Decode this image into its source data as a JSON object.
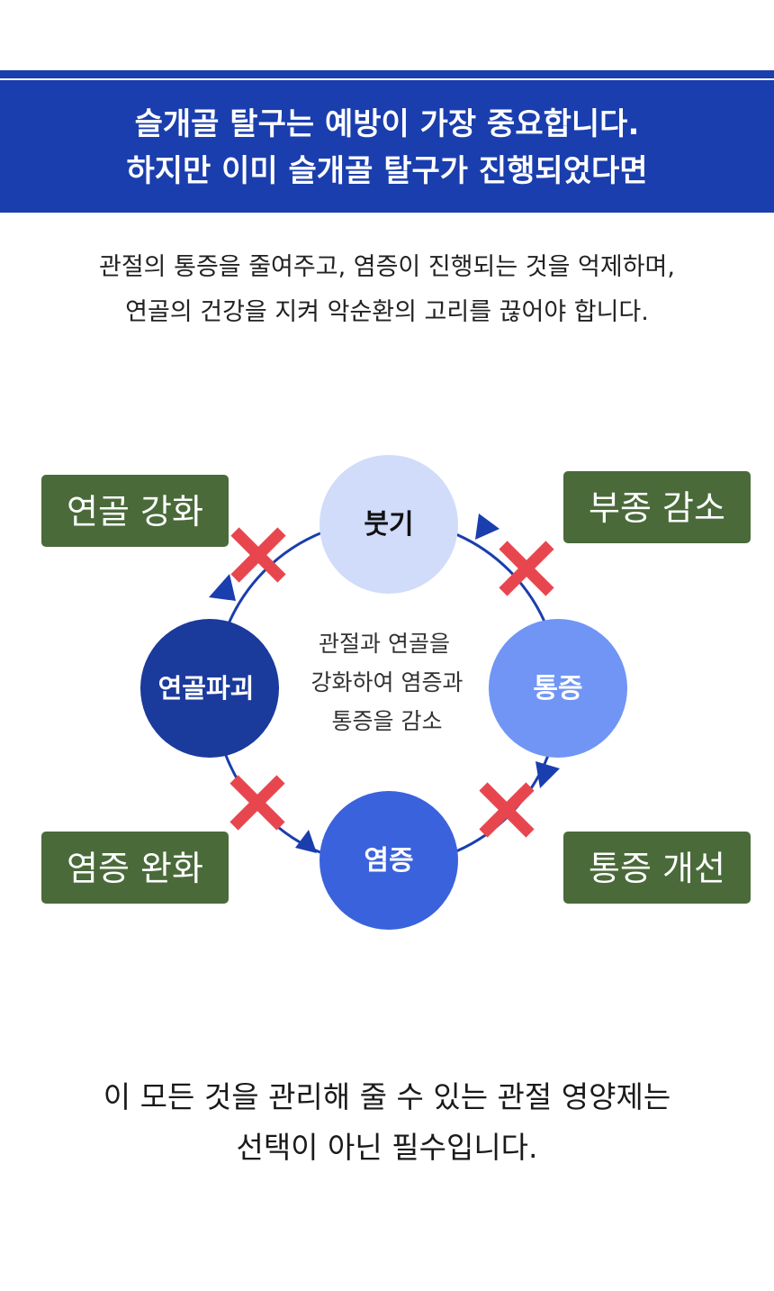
{
  "header": {
    "line1": "슬개골 탈구는 예방이 가장 중요합니다.",
    "line2": "하지만 이미 슬개골 탈구가 진행되었다면"
  },
  "intro": {
    "line1": "관절의 통증을 줄여주고, 염증이 진행되는 것을 억제하며,",
    "line2": "연골의 건강을 지켜 악순환의 고리를 끊어야 합니다."
  },
  "cycle": {
    "nodes": {
      "swelling": "붓기",
      "pain": "통증",
      "inflammation": "염증",
      "cartilage": "연골파괴"
    },
    "center": {
      "line1": "관절과 연골을",
      "line2": "강화하여 염증과",
      "line3": "통증을 감소"
    },
    "benefits": {
      "top_left": "연골 강화",
      "top_right": "부종 감소",
      "bottom_left": "염증 완화",
      "bottom_right": "통증 개선"
    },
    "colors": {
      "swelling": "#d0dcf9",
      "pain": "#7095f5",
      "inflammation": "#3a62dc",
      "cartilage": "#1a3a9c",
      "ring": "#1a3eae",
      "benefit_box": "#4a6a3a",
      "cross": "#e8464e"
    }
  },
  "closing": {
    "line1": "이 모든 것을 관리해 줄 수 있는 관절 영양제는",
    "line2": "선택이 아닌 필수입니다."
  }
}
